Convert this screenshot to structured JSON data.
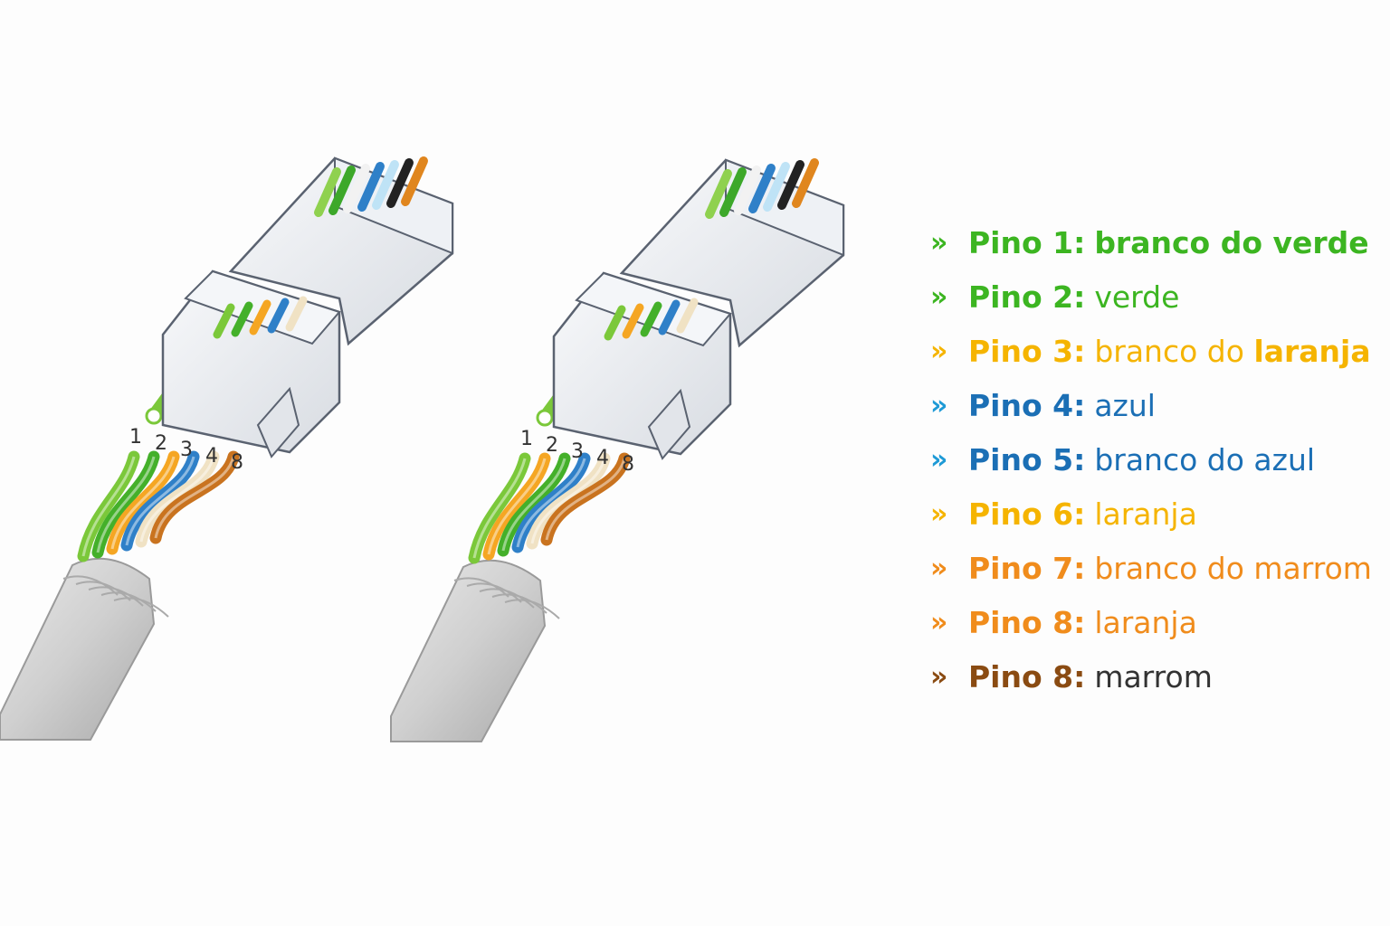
{
  "legend": [
    {
      "marker": "»",
      "pin": "Pino 1:",
      "desc": "branco do verde",
      "desc_bold": true,
      "color": "#3cb521"
    },
    {
      "marker": "»",
      "pin": "Pino 2:",
      "desc": "verde",
      "desc_bold": false,
      "color": "#3cb521"
    },
    {
      "marker": "»",
      "pin": "Pino 3:",
      "desc": "branco do",
      "desc_extra_bold": "laranja",
      "desc_bold": false,
      "color": "#f5b400"
    },
    {
      "marker": "»",
      "pin": "Pino 4:",
      "desc": "azul",
      "desc_bold": false,
      "color": "#1b6fb5",
      "marker_color": "#1e9ad6"
    },
    {
      "marker": "»",
      "pin": "Pino 5:",
      "desc": "branco do azul",
      "desc_bold": false,
      "color": "#1b6fb5",
      "marker_color": "#1e9ad6"
    },
    {
      "marker": "»",
      "pin": "Pino 6:",
      "desc": "laranja",
      "desc_bold": false,
      "color": "#f5b400"
    },
    {
      "marker": "»",
      "pin": "Pino 7:",
      "desc": "branco do marrom",
      "desc_bold": false,
      "color": "#f08c1c"
    },
    {
      "marker": "»",
      "pin": "Pino 8:",
      "desc": "laranja",
      "desc_bold": false,
      "color": "#f08c1c"
    },
    {
      "marker": "»",
      "pin": "Pino 8:",
      "desc": "marrom",
      "desc_bold": false,
      "color": "#8a4b12",
      "desc_color": "#333333"
    }
  ],
  "connectors": [
    {
      "pin_labels": [
        "1",
        "2",
        "3",
        "4",
        "8"
      ],
      "wire_colors": [
        "#7bc83a",
        "#44b02a",
        "#f5a623",
        "#2f80c8",
        "#f0e2c4",
        "#c9731f"
      ]
    },
    {
      "pin_labels": [
        "1",
        "2",
        "3",
        "4",
        "8"
      ],
      "wire_colors": [
        "#7bc83a",
        "#f5a623",
        "#44b02a",
        "#2f80c8",
        "#f0e2c4",
        "#c9731f"
      ]
    }
  ],
  "pin_strip_colors": [
    "#8fd14f",
    "#3da82a",
    "#f2f2f2",
    "#2f80c8",
    "#bfe3f6",
    "#222222",
    "#e0861e"
  ]
}
